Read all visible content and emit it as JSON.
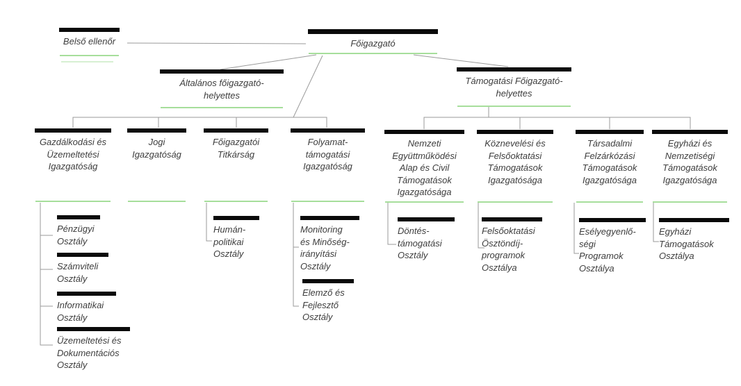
{
  "diagram": {
    "type": "org-chart",
    "language": "Hungarian",
    "colors": {
      "background": "#ffffff",
      "node_bar": "#0a0a0a",
      "node_underline_green": "#a6de9b",
      "connector_gray": "#9a9a9a",
      "text": "#3d3d3d"
    },
    "nodes": {
      "foigazgato": {
        "label": "Főigazgató"
      },
      "belso_ellenor": {
        "label": "Belső ellenőr",
        "reports_to": "foigazgato"
      },
      "altalanos_helyettes": {
        "label": "Általános főigazgató-\nhelyettes",
        "reports_to": "foigazgato"
      },
      "tamogatasi_helyettes": {
        "label": "Támogatási Főigazgató-\nhelyettes",
        "reports_to": "foigazgato"
      },
      "gazdalkodasi": {
        "label": "Gazdálkodási és\nÜzemeltetési\nIgazgatóság",
        "reports_to": "foigazgato"
      },
      "jogi": {
        "label": "Jogi\nIgazgatóság",
        "reports_to": "foigazgato"
      },
      "titkarsag": {
        "label": "Főigazgatói\nTitkárság",
        "reports_to": "foigazgato"
      },
      "folyamat": {
        "label": "Folyamat-\ntámogatási\nIgazgatóság",
        "reports_to": "foigazgato"
      },
      "nemzeti": {
        "label": "Nemzeti\nEgyüttműködési\nAlap és Civil\nTámogatások\nIgazgatósága",
        "reports_to": "tamogatasi_helyettes"
      },
      "koznevelesi": {
        "label": "Köznevelési és\nFelsőoktatási\nTámogatások\nIgazgatósága",
        "reports_to": "tamogatasi_helyettes"
      },
      "tarsadalmi": {
        "label": "Társadalmi\nFelzárkózási\nTámogatások\nIgazgatósága",
        "reports_to": "tamogatasi_helyettes"
      },
      "egyhazi_nemzetisegi": {
        "label": "Egyházi és\nNemzetiségi\nTámogatások\nIgazgatósága",
        "reports_to": "tamogatasi_helyettes"
      },
      "penzugyi": {
        "label": "Pénzügyi\nOsztály",
        "reports_to": "gazdalkodasi"
      },
      "szamviteli": {
        "label": "Számviteli\nOsztály",
        "reports_to": "gazdalkodasi"
      },
      "informatikai": {
        "label": "Informatikai\nOsztály",
        "reports_to": "gazdalkodasi"
      },
      "uzemeltetesi": {
        "label": "Üzemeltetési és\nDokumentációs\nOsztály",
        "reports_to": "gazdalkodasi"
      },
      "human_politikai": {
        "label": "Humán-\npolitikai\nOsztály",
        "reports_to": "titkarsag"
      },
      "monitoring": {
        "label": "Monitoring\nés Minőség-\nirányítási\nOsztály",
        "reports_to": "folyamat"
      },
      "elemzo": {
        "label": "Elemző és\nFejlesztő\nOsztály",
        "reports_to": "folyamat"
      },
      "dontes": {
        "label": "Döntés-\ntámogatási\nOsztály",
        "reports_to": "nemzeti"
      },
      "felsooktatasi": {
        "label": "Felsőoktatási\nÖsztöndíj-\nprogramok\nOsztálya",
        "reports_to": "koznevelesi"
      },
      "eselyegyenlosegi": {
        "label": "Esélyegyenlő-\nségi\nProgramok\nOsztálya",
        "reports_to": "tarsadalmi"
      },
      "egyhazi_tamogatasok": {
        "label": "Egyházi\nTámogatások\nOsztálya",
        "reports_to": "egyhazi_nemzetisegi"
      }
    }
  }
}
